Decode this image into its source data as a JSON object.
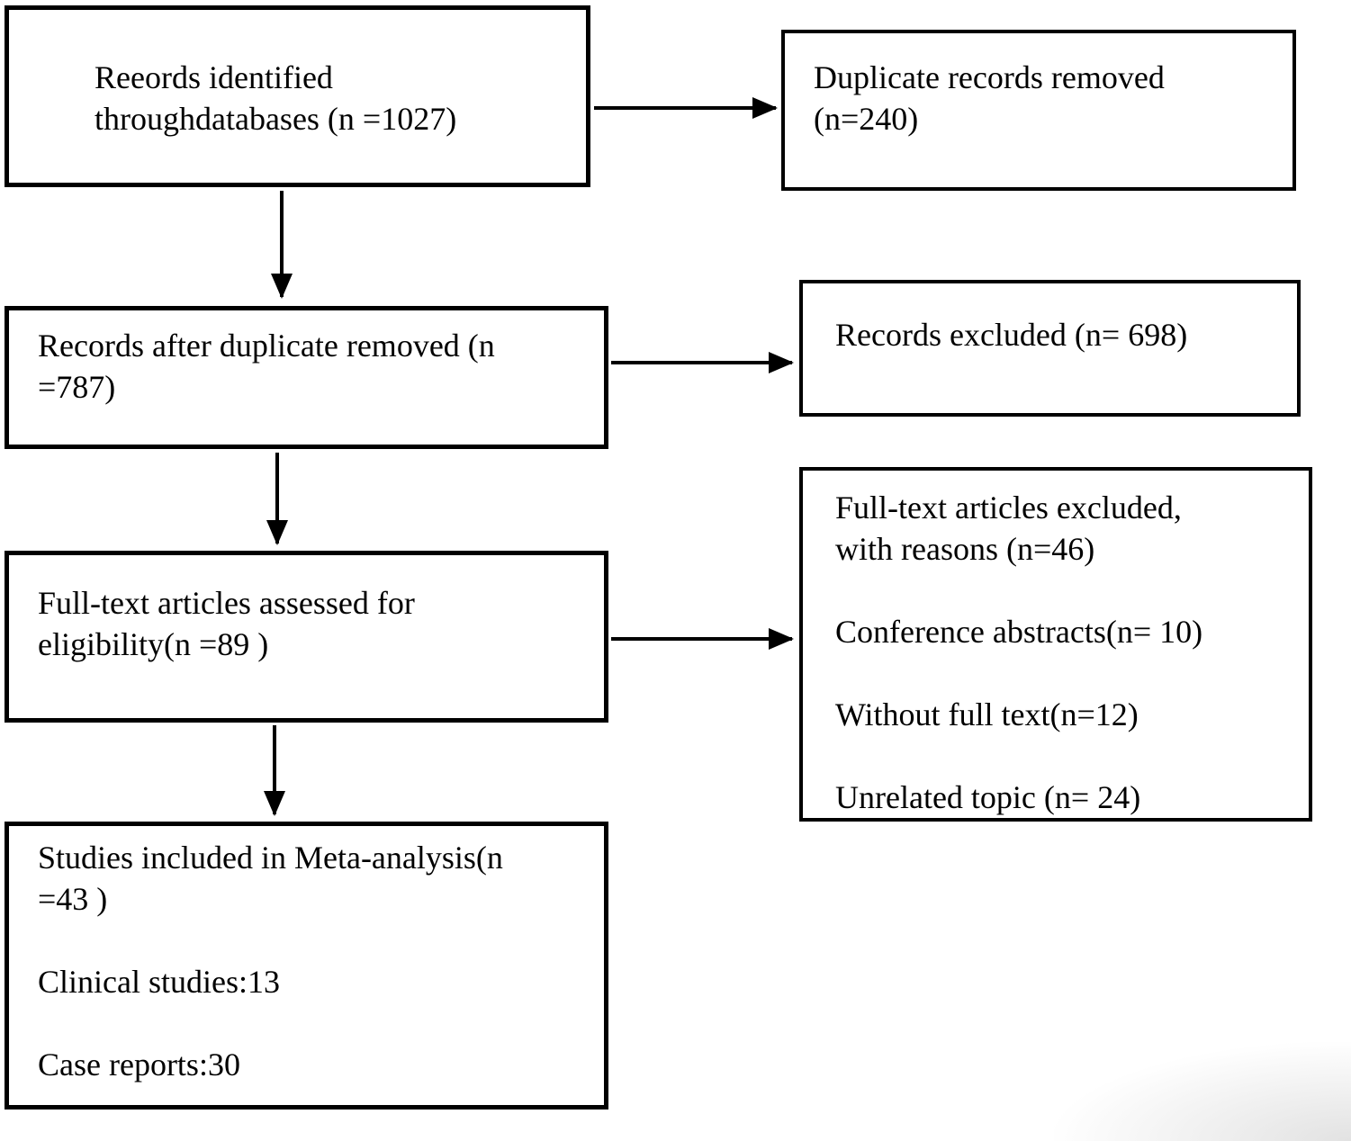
{
  "diagram": {
    "background_color": "#ffffff",
    "box_border_color": "#000000",
    "text_color": "#000000",
    "arrow_color": "#000000",
    "boxes": {
      "records_identified": {
        "text": "Reeords identified\nthroughdatabases (n =1027)"
      },
      "duplicate_records_removed": {
        "text": "Duplicate records removed\n(n=240)"
      },
      "records_after_duplicate_removed": {
        "text": "Records after duplicate removed (n\n=787)"
      },
      "records_excluded": {
        "text": "Records excluded (n= 698)"
      },
      "fulltext_assessed": {
        "text": "Full-text articles assessed for\neligibility(n =89 )"
      },
      "fulltext_excluded": {
        "text": "Full-text articles excluded,\nwith reasons (n=46)\n\nConference abstracts(n= 10)\n\nWithout full text(n=12)\n\nUnrelated topic (n= 24)"
      },
      "studies_included": {
        "text": "Studies included in Meta-analysis(n\n=43 )\n\nClinical studies:13\n\nCase reports:30"
      }
    }
  }
}
